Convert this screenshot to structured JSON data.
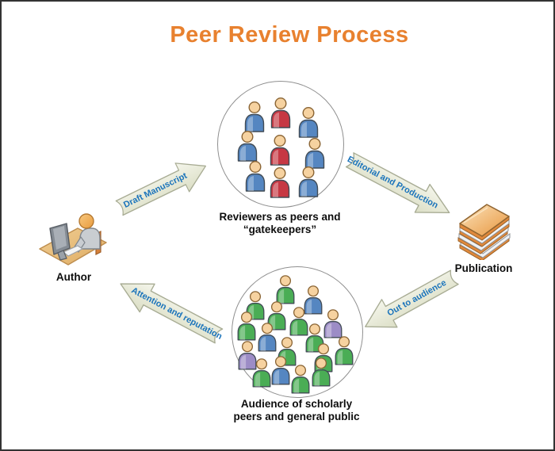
{
  "diagram": {
    "title": "Peer Review Process",
    "title_color": "#E8812F",
    "arrow_label_color": "#1B74BB",
    "nodes": {
      "author": {
        "label": "Author",
        "icon": "author-at-computer-icon"
      },
      "reviewers": {
        "label_line1": "Reviewers as peers and",
        "label_line2": "“gatekeepers”",
        "icon": "people-group-icon"
      },
      "publication": {
        "label": "Publication",
        "icon": "stacked-books-icon"
      },
      "audience": {
        "label_line1": "Audience of scholarly",
        "label_line2": "peers and general public",
        "icon": "people-crowd-icon"
      }
    },
    "arrows": [
      {
        "id": "draft-manuscript",
        "label": "Draft Manuscript",
        "from": "author",
        "to": "reviewers"
      },
      {
        "id": "editorial-production",
        "label": "Editorial and Production",
        "from": "reviewers",
        "to": "publication"
      },
      {
        "id": "out-to-audience",
        "label": "Out to audience",
        "from": "publication",
        "to": "audience"
      },
      {
        "id": "attention-reputation",
        "label": "Attention and reputation",
        "from": "audience",
        "to": "author"
      }
    ],
    "figure_colors": {
      "blue": "#5586C1",
      "red": "#C63843",
      "green": "#4AAD55",
      "purple": "#9C8CC6",
      "skin": "#F6D2A0"
    },
    "reviewers_figures": [
      "blue",
      "red",
      "blue",
      "blue",
      "red",
      "blue",
      "blue",
      "red",
      "blue"
    ],
    "audience_figures": [
      "green",
      "blue",
      "green",
      "green",
      "green",
      "purple",
      "green",
      "blue",
      "green",
      "purple",
      "green",
      "green",
      "green",
      "green",
      "blue",
      "green",
      "green"
    ]
  }
}
